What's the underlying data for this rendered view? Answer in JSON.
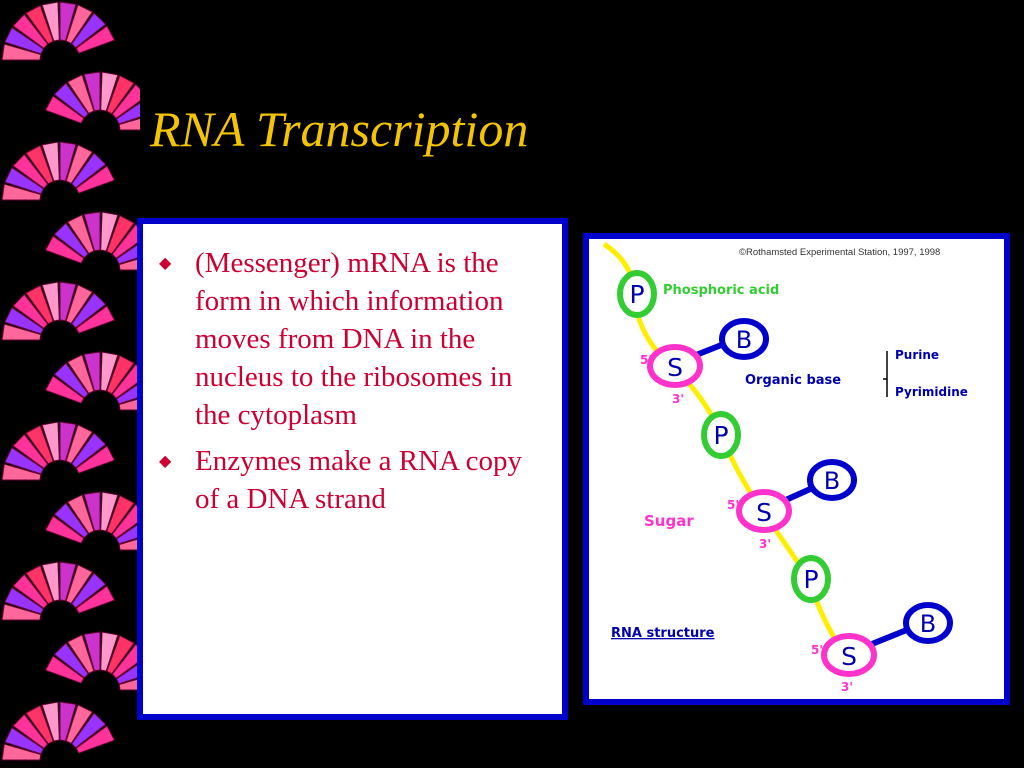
{
  "title": "RNA Transcription",
  "bullets": [
    "(Messenger) mRNA is the form in which information moves from DNA in the nucleus to the ribosomes in the cytoplasm",
    "Enzymes make a RNA copy of a DNA strand"
  ],
  "figure": {
    "credit": "©Rothamsted Experimental Station, 1997, 1998",
    "phosphoric_acid": "Phosphoric acid",
    "organic_base": "Organic base",
    "purine": "Purine",
    "pyrimidine": "Pyrimidine",
    "sugar": "Sugar",
    "rna_structure": "RNA structure",
    "phosphate": "P",
    "sugar_letter": "S",
    "base": "B",
    "five_prime": "5'",
    "three_prime": "3'"
  },
  "colors": {
    "background": "#000000",
    "title": "#f5c400",
    "body_text": "#cc0033",
    "frame": "#0000cc",
    "phosphate": "#33cc33",
    "sugar": "#ff33cc",
    "base": "#0000cc",
    "backbone": "#ffee00"
  }
}
